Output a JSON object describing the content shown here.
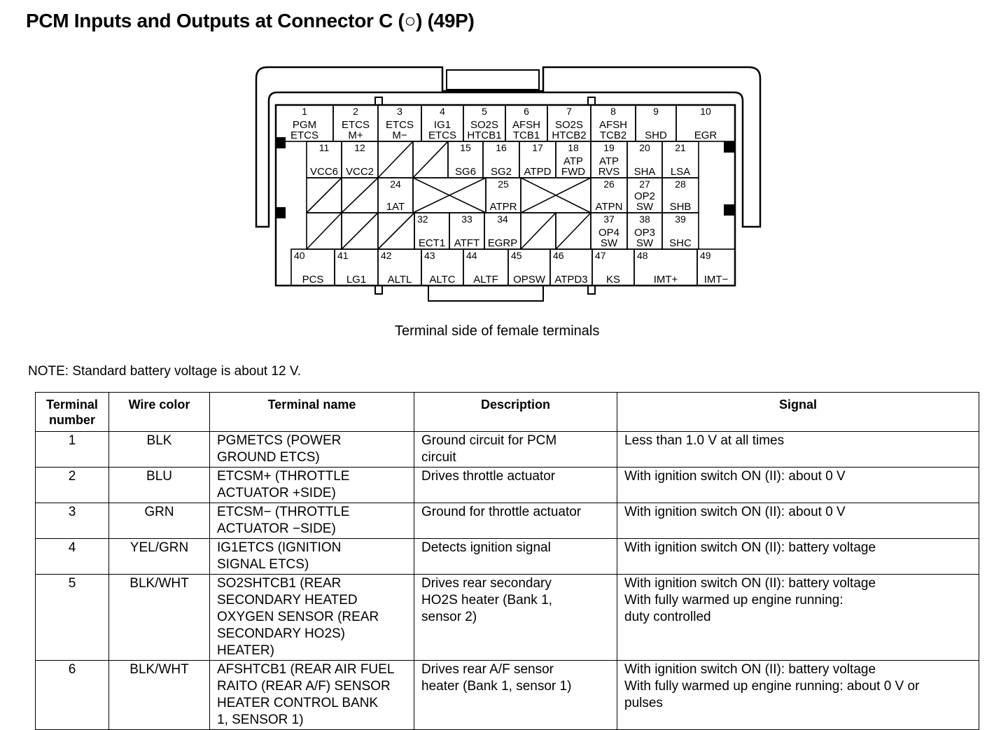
{
  "title": "PCM Inputs and Outputs at Connector C (○) (49P)",
  "connector": {
    "caption": "Terminal side of female terminals",
    "row1": [
      {
        "num": "1",
        "lines": [
          "PGM",
          "ETCS"
        ]
      },
      {
        "num": "2",
        "lines": [
          "ETCS",
          "M+"
        ]
      },
      {
        "num": "3",
        "lines": [
          "ETCS",
          "M−"
        ]
      },
      {
        "num": "4",
        "lines": [
          "IG1",
          "ETCS"
        ]
      },
      {
        "num": "5",
        "lines": [
          "SO2S",
          "HTCB1"
        ]
      },
      {
        "num": "6",
        "lines": [
          "AFSH",
          "TCB1"
        ]
      },
      {
        "num": "7",
        "lines": [
          "SO2S",
          "HTCB2"
        ]
      },
      {
        "num": "8",
        "lines": [
          "AFSH",
          "TCB2"
        ]
      },
      {
        "num": "9",
        "lines": [
          "SHD"
        ]
      },
      {
        "num": "10",
        "lines": [
          "EGR"
        ]
      }
    ],
    "row2": [
      {
        "num": "11",
        "lines": [
          "VCC6"
        ]
      },
      {
        "num": "12",
        "lines": [
          "VCC2"
        ]
      },
      {
        "num": "15",
        "lines": [
          "SG6"
        ]
      },
      {
        "num": "16",
        "lines": [
          "SG2"
        ]
      },
      {
        "num": "17",
        "lines": [
          "ATPD"
        ]
      },
      {
        "num": "18",
        "lines": [
          "ATP",
          "FWD"
        ]
      },
      {
        "num": "19",
        "lines": [
          "ATP",
          "RVS"
        ]
      },
      {
        "num": "20",
        "lines": [
          "SHA"
        ]
      },
      {
        "num": "21",
        "lines": [
          "LSA"
        ]
      }
    ],
    "row3": [
      {
        "num": "24",
        "lines": [
          "1AT"
        ]
      },
      {
        "num": "25",
        "lines": [
          "ATPR"
        ]
      },
      {
        "num": "26",
        "lines": [
          "ATPN"
        ]
      },
      {
        "num": "27",
        "lines": [
          "OP2",
          "SW"
        ]
      },
      {
        "num": "28",
        "lines": [
          "SHB"
        ]
      }
    ],
    "row4": [
      {
        "num": "32",
        "lines": [
          "ECT1"
        ]
      },
      {
        "num": "33",
        "lines": [
          "ATFT"
        ]
      },
      {
        "num": "34",
        "lines": [
          "EGRP"
        ]
      },
      {
        "num": "37",
        "lines": [
          "OP4",
          "SW"
        ]
      },
      {
        "num": "38",
        "lines": [
          "OP3",
          "SW"
        ]
      },
      {
        "num": "39",
        "lines": [
          "SHC"
        ]
      }
    ],
    "row5": [
      {
        "num": "40",
        "lines": [
          "PCS"
        ]
      },
      {
        "num": "41",
        "lines": [
          "LG1"
        ]
      },
      {
        "num": "42",
        "lines": [
          "ALTL"
        ]
      },
      {
        "num": "43",
        "lines": [
          "ALTC"
        ]
      },
      {
        "num": "44",
        "lines": [
          "ALTF"
        ]
      },
      {
        "num": "45",
        "lines": [
          "OPSW"
        ]
      },
      {
        "num": "46",
        "lines": [
          "ATPD3"
        ]
      },
      {
        "num": "47",
        "lines": [
          "KS"
        ]
      },
      {
        "num": "48",
        "lines": [
          "IMT+"
        ]
      },
      {
        "num": "49",
        "lines": [
          "IMT−"
        ]
      }
    ]
  },
  "note": "NOTE: Standard battery voltage is about 12 V.",
  "table": {
    "headers": {
      "terminal_number": "Terminal\nnumber",
      "wire_color": "Wire color",
      "terminal_name": "Terminal name",
      "description": "Description",
      "signal": "Signal"
    },
    "rows": [
      {
        "num": "1",
        "wire": "BLK",
        "name": "PGMETCS (POWER\nGROUND ETCS)",
        "desc": "Ground circuit for PCM\ncircuit",
        "signal": "Less than 1.0 V at all times"
      },
      {
        "num": "2",
        "wire": "BLU",
        "name": "ETCSM+ (THROTTLE\nACTUATOR +SIDE)",
        "desc": "Drives throttle actuator",
        "signal": "With ignition switch ON (II): about 0 V"
      },
      {
        "num": "3",
        "wire": "GRN",
        "name": "ETCSM− (THROTTLE\nACTUATOR −SIDE)",
        "desc": "Ground for throttle actuator",
        "signal": "With ignition switch ON (II): about 0 V"
      },
      {
        "num": "4",
        "wire": "YEL/GRN",
        "name": "IG1ETCS (IGNITION\nSIGNAL ETCS)",
        "desc": "Detects ignition signal",
        "signal": "With ignition switch ON (II): battery voltage"
      },
      {
        "num": "5",
        "wire": "BLK/WHT",
        "name": "SO2SHTCB1 (REAR\nSECONDARY HEATED\nOXYGEN SENSOR (REAR\nSECONDARY HO2S)\nHEATER)",
        "desc": "Drives rear secondary\nHO2S heater (Bank 1,\nsensor 2)",
        "signal": "With ignition switch ON (II): battery voltage\nWith fully warmed up engine running:\nduty controlled"
      },
      {
        "num": "6",
        "wire": "BLK/WHT",
        "name": "AFSHTCB1 (REAR AIR FUEL\nRAITO (REAR A/F) SENSOR\nHEATER CONTROL BANK\n1, SENSOR 1)",
        "desc": "Drives rear A/F sensor\nheater (Bank 1, sensor 1)",
        "signal": "With ignition switch ON (II): battery voltage\nWith fully warmed up engine running: about 0 V or\npulses"
      }
    ]
  }
}
